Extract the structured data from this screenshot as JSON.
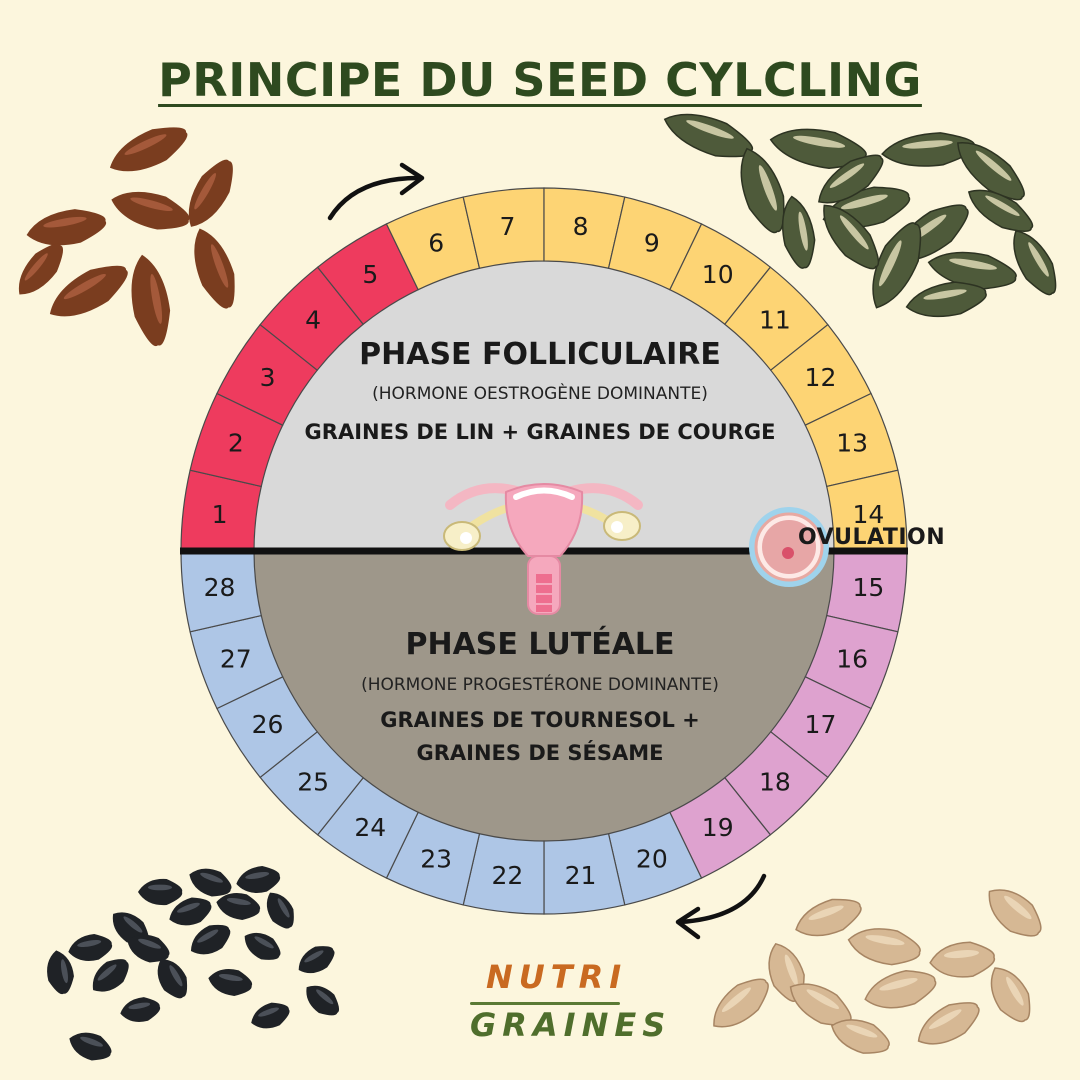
{
  "title": "PRINCIPE DU SEED CYLCLING",
  "days": [
    "1",
    "2",
    "3",
    "4",
    "5",
    "6",
    "7",
    "8",
    "9",
    "10",
    "11",
    "12",
    "13",
    "14",
    "15",
    "16",
    "17",
    "18",
    "19",
    "20",
    "21",
    "22",
    "23",
    "24",
    "25",
    "26",
    "27",
    "28"
  ],
  "phase_colors": {
    "menstrual": "#ee3b5e",
    "follicular": "#fdd474",
    "luteal_early": "#dea2cf",
    "luteal_late": "#aec6e6"
  },
  "follicular": {
    "title": "PHASE FOLLICULAIRE",
    "hormone": "(HORMONE OESTROGÈNE DOMINANTE)",
    "seeds": "GRAINES DE LIN + GRAINES DE COURGE"
  },
  "luteal": {
    "title": "PHASE LUTÉALE",
    "hormone": "(HORMONE PROGESTÉRONE DOMINANTE)",
    "seeds_line1": "GRAINES DE TOURNESOL +",
    "seeds_line2": "GRAINES DE SÉSAME"
  },
  "ovulation_label": "OVULATION",
  "logo": {
    "line1": "NUTRI",
    "line2": "GRAINES"
  },
  "icons": [
    "flax-seeds",
    "pumpkin-seeds",
    "black-sesame-seeds",
    "sunflower-seeds",
    "uterus-icon",
    "ovum-icon",
    "cycle-arrow-icon"
  ]
}
